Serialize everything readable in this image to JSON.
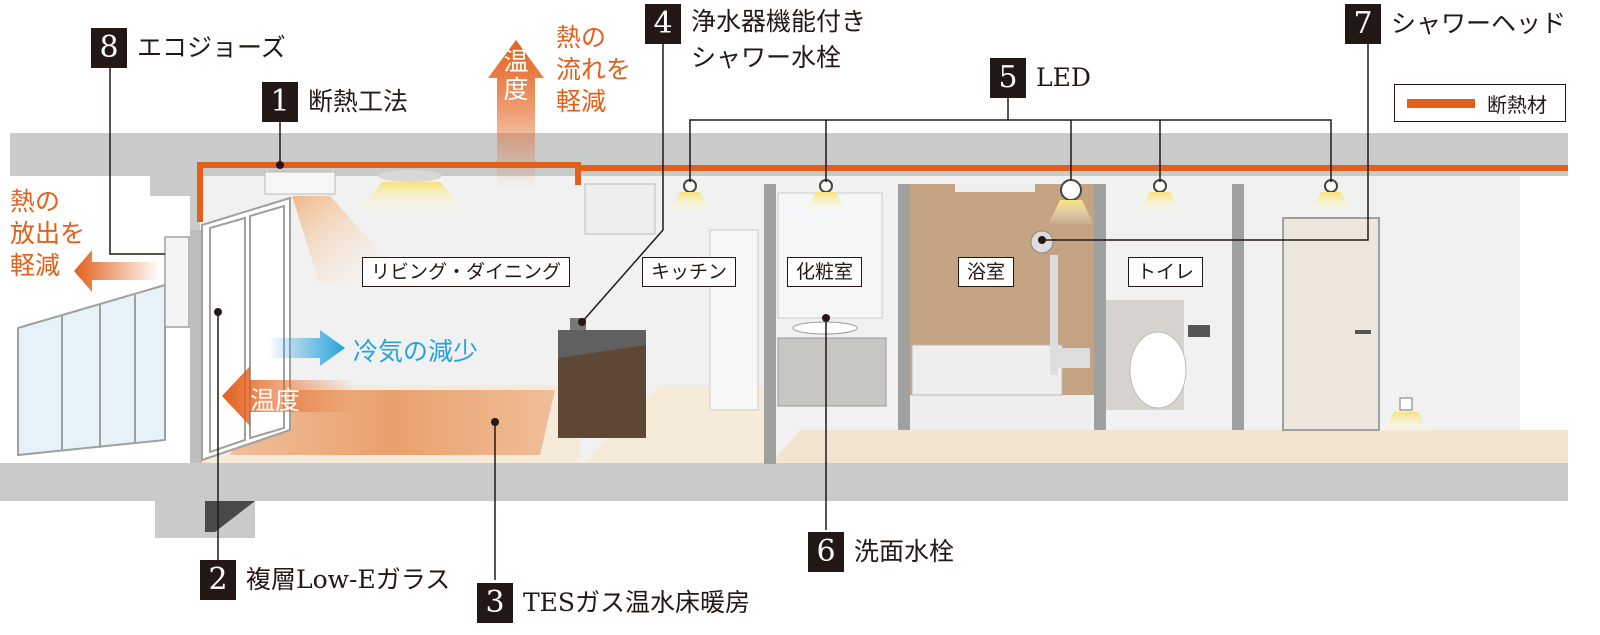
{
  "callouts": [
    {
      "num": "1",
      "label": "断熱工法"
    },
    {
      "num": "2",
      "label": "複層Low-Eガラス"
    },
    {
      "num": "3",
      "label": "TESガス温水床暖房"
    },
    {
      "num": "4",
      "label": "浄水器機能付き\nシャワー水栓"
    },
    {
      "num": "5",
      "label": "LED"
    },
    {
      "num": "6",
      "label": "洗面水栓"
    },
    {
      "num": "7",
      "label": "シャワーヘッド"
    },
    {
      "num": "8",
      "label": "エコジョーズ"
    }
  ],
  "rooms": {
    "living": "リビング・ダイニング",
    "kitchen": "キッチン",
    "powder": "化粧室",
    "bath": "浴室",
    "toilet": "トイレ"
  },
  "annotations": {
    "heat_release": "熱の\n放出を\n軽減",
    "heat_flow": "熱の\n流れを\n軽減",
    "temp_vertical": "温\n度",
    "cold_air": "冷気の減少",
    "temp_horizontal": "温度"
  },
  "legend": {
    "label": "断熱材"
  },
  "colors": {
    "insulation": "#e35f1a",
    "cold": "#25a3dc",
    "concrete": "#c9caca",
    "floor_heat": "#e8935a"
  }
}
